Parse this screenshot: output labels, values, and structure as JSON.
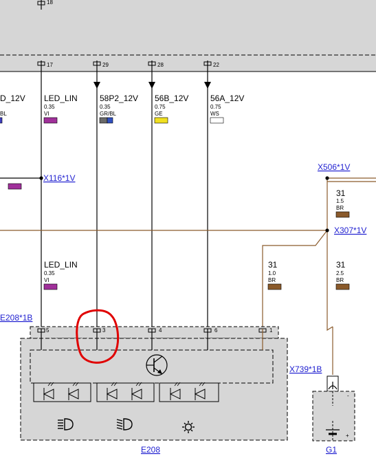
{
  "top_module": {
    "pins": [
      "18",
      "17",
      "29",
      "28",
      "22"
    ]
  },
  "wires": [
    {
      "name": "D_12V",
      "gauge": "",
      "color_code": "BL",
      "swatch": "#4040c0"
    },
    {
      "name": "LED_LIN",
      "gauge": "0.35",
      "color_code": "VI",
      "swatch": "#a0309a"
    },
    {
      "name": "58P2_12V",
      "gauge": "0.35",
      "color_code": "GR/BL",
      "swatch": "#6a6a6a",
      "swatch2": "#3050c0"
    },
    {
      "name": "56B_12V",
      "gauge": "0.75",
      "color_code": "GE",
      "swatch": "#f0e020"
    },
    {
      "name": "56A_12V",
      "gauge": "0.75",
      "color_code": "WS",
      "swatch": "#ffffff"
    }
  ],
  "lower_wire": {
    "name": "LED_LIN",
    "gauge": "0.35",
    "color_code": "VI",
    "swatch": "#a0309a"
  },
  "ground_wires": [
    {
      "name": "31",
      "gauge": "1.5",
      "color_code": "BR",
      "swatch": "#8a5a2b"
    },
    {
      "name": "31",
      "gauge": "1.0",
      "color_code": "BR",
      "swatch": "#8a5a2b"
    },
    {
      "name": "31",
      "gauge": "2.5",
      "color_code": "BR",
      "swatch": "#8a5a2b"
    }
  ],
  "connectors": {
    "x116": "X116*1V",
    "x506": "X506*1V",
    "x307": "X307*1V",
    "e208_1b": "E208*1B",
    "x739": "X739*1B"
  },
  "e208": {
    "label": "E208",
    "pins": [
      "5",
      "3",
      "4",
      "6",
      "1"
    ]
  },
  "g1": {
    "label": "G1",
    "minus": "-",
    "plus": "+"
  },
  "colors": {
    "brown_wire": "#8a5a2b",
    "module_fill": "#d6d6d6",
    "highlight": "#e00000",
    "link": "#1f1fd0"
  }
}
